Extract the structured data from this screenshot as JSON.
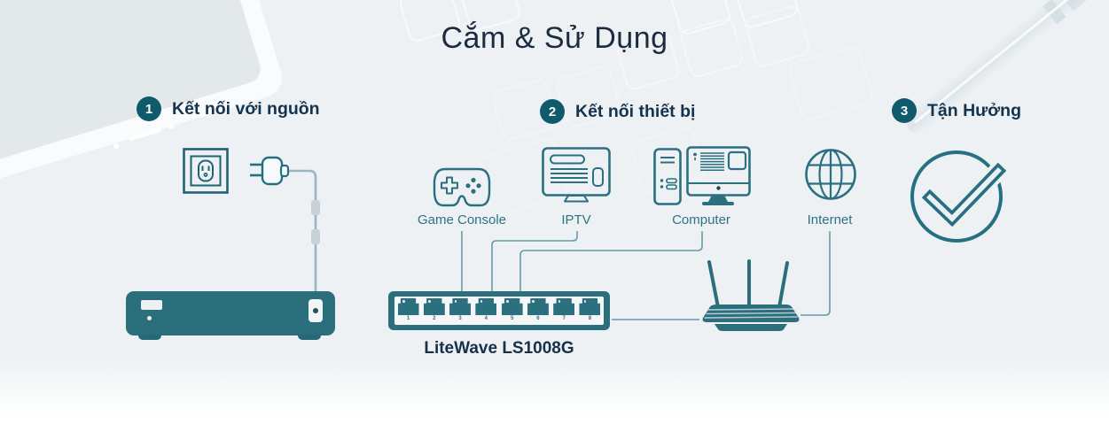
{
  "title": "Cắm & Sử Dụng",
  "steps": [
    {
      "number": "1",
      "label": "Kết nối với nguồn"
    },
    {
      "number": "2",
      "label": "Kết nối thiết bị"
    },
    {
      "number": "3",
      "label": "Tận Hưởng"
    }
  ],
  "devices": [
    {
      "icon": "game-console-icon",
      "label": "Game Console"
    },
    {
      "icon": "iptv-icon",
      "label": "IPTV"
    },
    {
      "icon": "computer-icon",
      "label": "Computer"
    },
    {
      "icon": "internet-globe-icon",
      "label": "Internet"
    }
  ],
  "switch": {
    "label": "LiteWave LS1008G",
    "ports": [
      "1",
      "2",
      "3",
      "4",
      "5",
      "6",
      "7",
      "8"
    ]
  },
  "colors": {
    "teal": "#2b6f7d",
    "teal_icon_stroke": "#2a7080",
    "badge": "#115a6c",
    "navy_text": "#14334e",
    "title_text": "#1c2b40",
    "device_label": "#2f7382",
    "connection_line": "#679aa8",
    "background": "#edf1f4"
  }
}
